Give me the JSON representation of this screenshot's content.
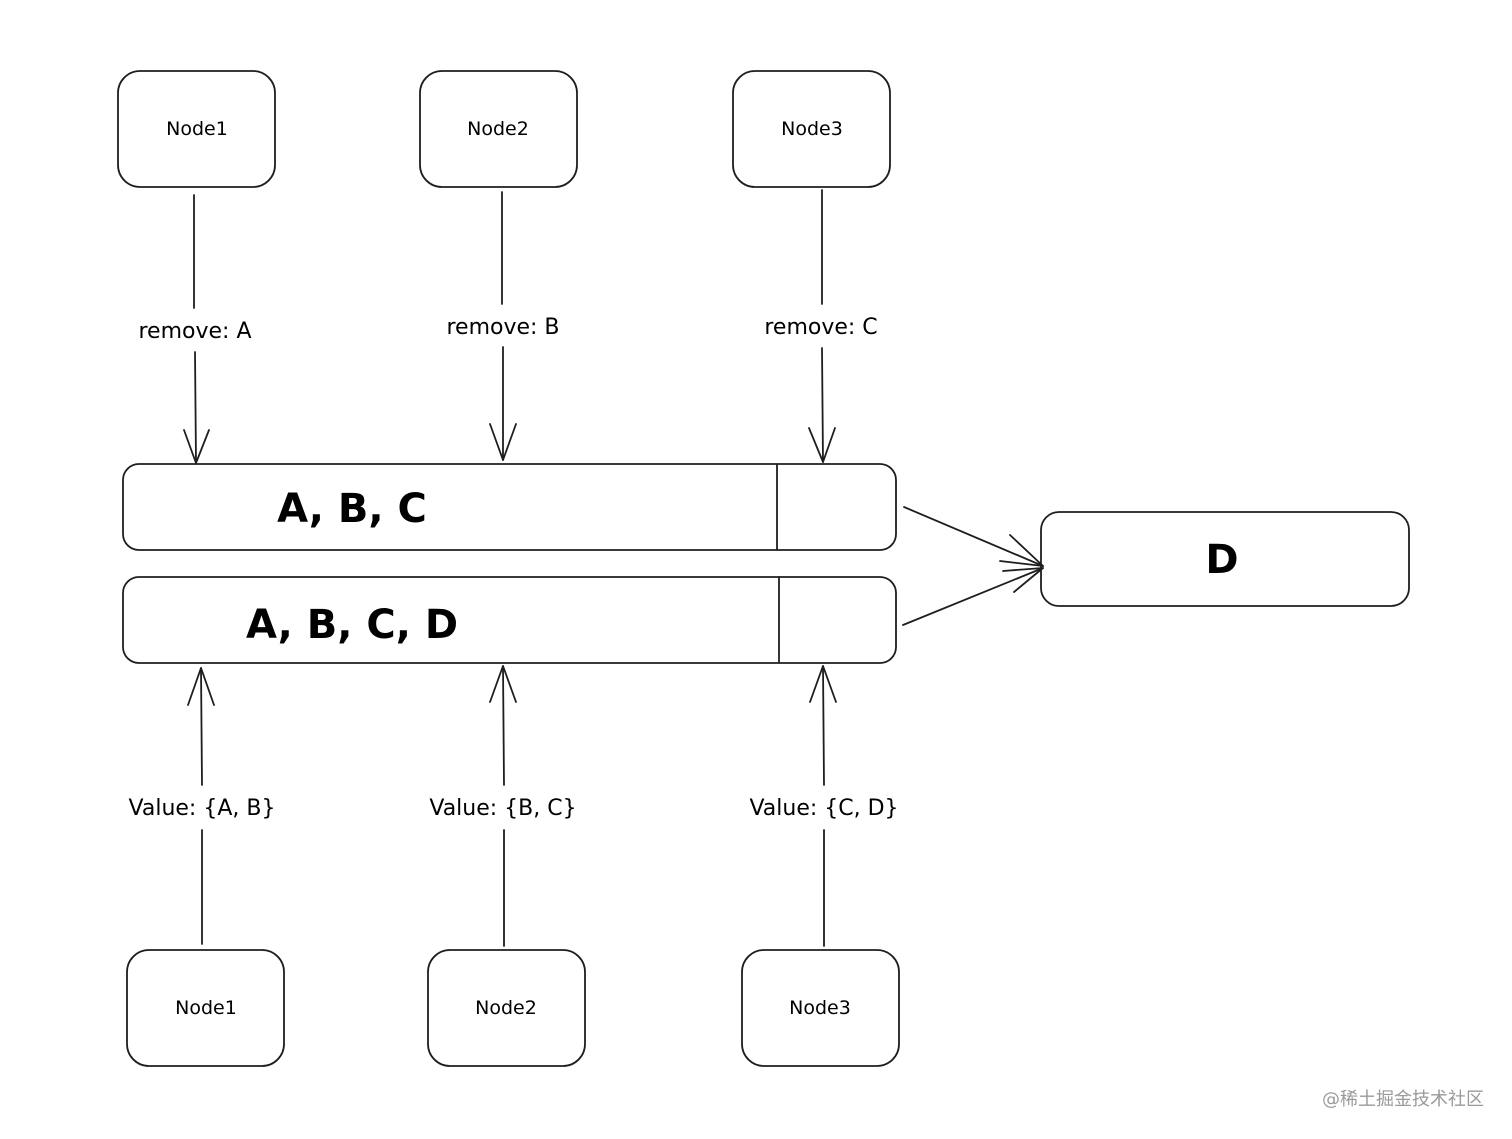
{
  "top_nodes": [
    "Node1",
    "Node2",
    "Node3"
  ],
  "remove_labels": [
    "remove: A",
    "remove: B",
    "remove: C"
  ],
  "queue_top": {
    "text": "A, B, C"
  },
  "queue_bottom": {
    "text": "A, B, C, D"
  },
  "target": {
    "text": "D"
  },
  "value_labels": [
    "Value: {A, B}",
    "Value: {B, C}",
    "Value: {C, D}"
  ],
  "bottom_nodes": [
    "Node1",
    "Node2",
    "Node3"
  ],
  "watermark": "@稀土掘金技术社区"
}
